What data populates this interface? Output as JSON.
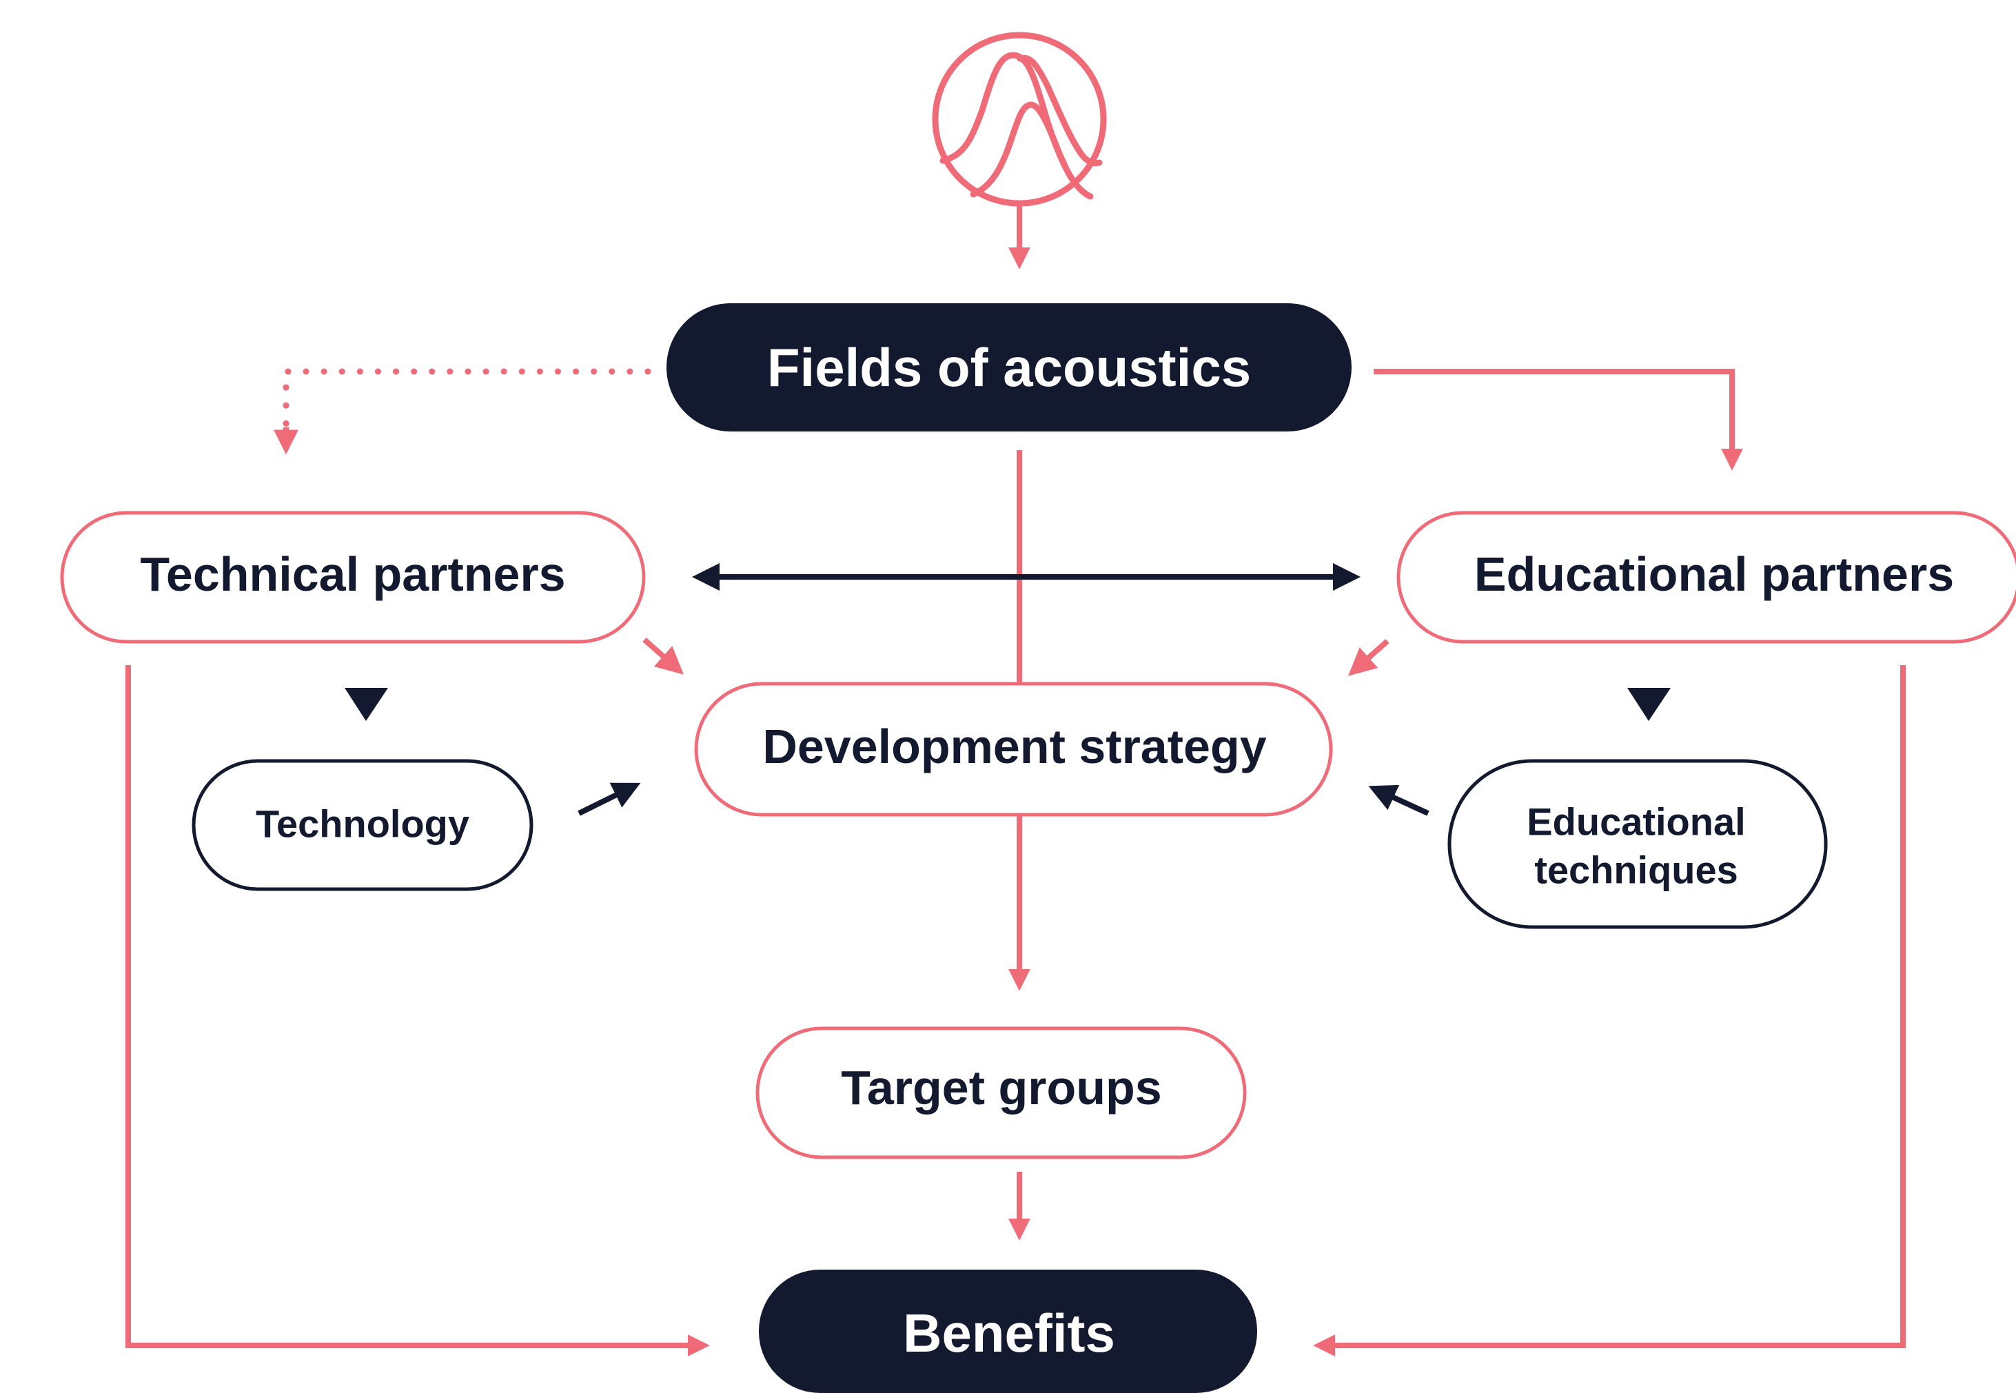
{
  "diagram": {
    "colors": {
      "accent": "#ef6b78",
      "dark": "#131a30",
      "background": "#ffffff"
    },
    "logo": {
      "name": "wave-logo-icon"
    },
    "nodes": {
      "fields": "Fields of acoustics",
      "technical_partners": "Technical partners",
      "educational_partners": "Educational partners",
      "development_strategy": "Development strategy",
      "technology": "Technology",
      "educational_techniques_line1": "Educational",
      "educational_techniques_line2": "techniques",
      "target_groups": "Target groups",
      "benefits": "Benefits"
    }
  }
}
